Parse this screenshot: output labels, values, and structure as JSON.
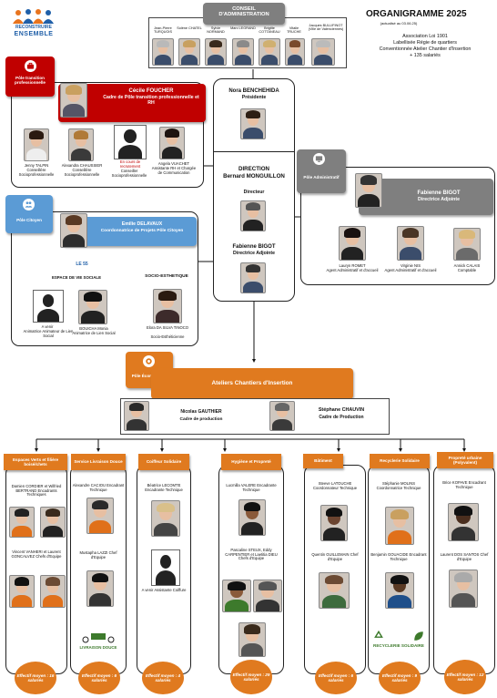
{
  "colors": {
    "red": "#c00000",
    "orange": "#e07a1f",
    "gray": "#7f7f7f",
    "blue": "#5b9bd5",
    "logo_orange": "#e8741e",
    "logo_blue": "#1f5fa8"
  },
  "logo": {
    "line1": "RECONSTRUIRE",
    "line2": "ENSEMBLE"
  },
  "header": {
    "title": "ORGANIGRAMME",
    "year": "2025",
    "updated": "(actualisé au 03.06.25)",
    "info": [
      "Association Loi 1901",
      "Labellisée Régie de quartiers",
      "Conventionnée Atelier Chantier d'Insertion",
      "+ 135 salariés"
    ]
  },
  "conseil": {
    "title": "CONSEIL D'ADMINISTRATION",
    "members": [
      "Jean-Pierre TURQUOIS",
      "Solène CHATEL",
      "Sylvie NORMAND",
      "Marc LEGRAND",
      "Brigitte COTTANEAU",
      "Vitalie TRUCHE",
      "Jacques BULLIFINOT (Ville de Valenciennes)"
    ]
  },
  "president": {
    "name": "Nora BENCHEHIDA",
    "role": "Présidente"
  },
  "direction": {
    "title": "DIRECTION",
    "director_name": "Bernard MONGUILLON",
    "director_role": "Directeur",
    "deputy_name": "Fabienne BIGOT",
    "deputy_role": "Directrice Adjointe"
  },
  "pole_tp": {
    "label": "Pôle transition professionnelle",
    "head_name": "Cécile FOUCHER",
    "head_role": "Cadre de Pôle transition professionnelle et RH",
    "staff": [
      {
        "name": "Jenny TALPIN",
        "role": "Conseillère Socioprofessionnelle"
      },
      {
        "name": "Alexandra CHAUSSIER",
        "role": "Conseillère Socioprofessionnelle"
      },
      {
        "name": "En cours de recrutement",
        "role": "Conseiller Socioprofessionnelle"
      },
      {
        "name": "Angela VUACHET",
        "role": "Assistante RH et Chargée de Communication"
      }
    ]
  },
  "pole_admin": {
    "label": "Pôle Administratif",
    "head_name": "Fabienne BIGOT",
    "head_role": "Directrice Adjointe",
    "staff": [
      {
        "name": "Lauryn ROMET",
        "role": "Agent Administratif et d'accueil"
      },
      {
        "name": "Virginie NIS",
        "role": "Agent Administratif et d'accueil"
      },
      {
        "name": "Annick CALAIS",
        "role": "Comptable"
      }
    ]
  },
  "pole_citoyen": {
    "label": "Pôle Citoyen",
    "head_name": "Emilie DELAVAUX",
    "head_role": "Coordonnatrice de Projets Pôle Citoyen",
    "espace_label": "LE 55",
    "espace_sub": "ESPACE DE VIE SOCIALE",
    "socio_label": "SOCIO-ESTHETIQUE",
    "staff": [
      {
        "name": "A venir",
        "role": "Animatrice Animateur de Lien Social"
      },
      {
        "name": "BOUICHA Monia",
        "role": "Animatrice de Lien Social"
      },
      {
        "name": "Elora DA SILVA TINOCO",
        "role": "Socio-Esthéticienne"
      }
    ]
  },
  "pole_eco": {
    "label": "Pôle Économique",
    "title": "Ateliers Chantiers d'Insertion",
    "cadres": [
      {
        "name": "Nicolas GAUTHIER",
        "role": "Cadre de production"
      },
      {
        "name": "Stéphane CHAUVIN",
        "role": "Cadre de Production"
      }
    ]
  },
  "ateliers": [
    {
      "label": "Espaces Verts et filière boisé/chets",
      "people": [
        "Damien CORDIER et Wilfried BERTRAND Encadrants Techniques",
        "Vincent VANHERI et Laurent GONCALVEZ Chefs d'Equipe"
      ],
      "effectif": "Effectif moyen : 16 salariés"
    },
    {
      "label": "Service Livraison Douce",
      "people": [
        "Alexandre CACIOU Encadrant Technique",
        "Mustapha LAZZI Chef d'Equipe"
      ],
      "logo": "LIVRAISON DOUCE",
      "effectif": "Effectif moyen : 6 salariés"
    },
    {
      "label": "Coiffeur Solidaire",
      "people": [
        "Béatrice LECOMTE Encadrante Technique",
        "A venir Assistante Coiffure"
      ],
      "effectif": "Effectif moyen : 4 salariés"
    },
    {
      "label": "Hygiène et Propreté",
      "people": [
        "Lucmilla VALERE Encadrante Technique",
        "Pascaline STEUX, Eddy CARPENTIER et Laetitia DIEU Chefs d'Equipe"
      ],
      "effectif": "Effectif moyen : 29 salariés"
    },
    {
      "label": "Bâtiment",
      "people": [
        "Steeve LATOUCHE Coordonnateur Technique",
        "Quentin GUILLEMAIN Chef d'Equipe"
      ],
      "effectif": "Effectif moyen : 6 salariés"
    },
    {
      "label": "Recyclerie Solidaire",
      "people": [
        "Stéphanie MOLINS Coordonnatrice Technique",
        "Benjamin GOUACIDE Encadrant Technique"
      ],
      "logo": "RECYCLERIE SOLIDAIRE",
      "effectif": "Effectif moyen : 9 salariés"
    },
    {
      "label": "Propreté urbaine (Polyvalent)",
      "people": [
        "Brice KOPAVE Encadrant Technique",
        "Laurent DOS SANTOS Chef d'Equipe"
      ],
      "effectif": "Effectif moyen : 12 salariés"
    }
  ]
}
